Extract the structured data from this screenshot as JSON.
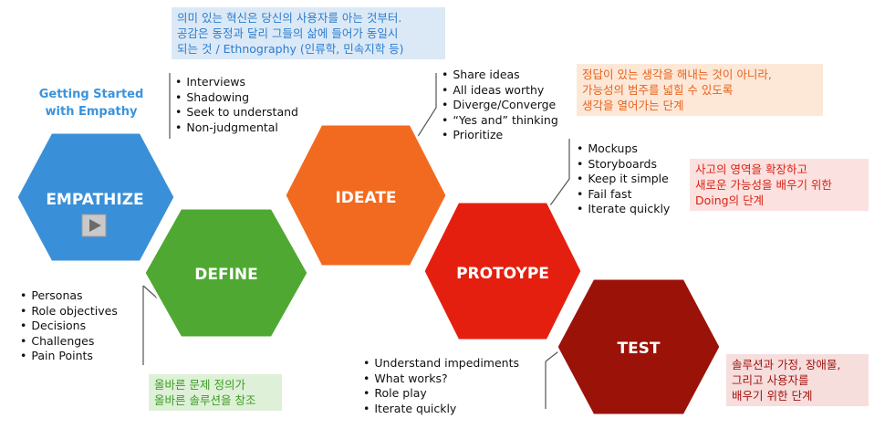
{
  "notes": {
    "top_blue": [
      "의미 있는 혁신은 당신의 사용자를 아는 것부터.",
      "공감은 동정과 달리 그들의 삶에 들어가 동일시",
      "되는 것 / Ethnography (인류학, 민속지학 등)"
    ],
    "ideate_orange": [
      "정답이 있는 생각을 해내는 것이 아니라,",
      "가능성의 범주를 넓힐 수 있도록",
      "생각을 열어가는 단계"
    ],
    "prototype_red": [
      "사고의 영역을 확장하고",
      "새로운 가능성을 배우기 위한",
      "Doing의 단계"
    ],
    "define_green": [
      "올바른 문제 정의가",
      "올바른 솔루션을 창조"
    ],
    "test_maroon": [
      "솔루션과 가정, 장애물,",
      "그리고 사용자를",
      "배우기 위한 단계"
    ]
  },
  "tagline": [
    "Getting Started",
    "with Empathy"
  ],
  "stages": {
    "empathize": {
      "label": "EMPATHIZE",
      "color": "#3a8fd9"
    },
    "define": {
      "label": "DEFINE",
      "color": "#4fa832"
    },
    "ideate": {
      "label": "IDEATE",
      "color": "#f26a1f"
    },
    "prototype": {
      "label": "PROTOYPE",
      "color": "#e51f0f"
    },
    "test": {
      "label": "TEST",
      "color": "#9b1209"
    }
  },
  "bullets": {
    "empathize": [
      "Interviews",
      "Shadowing",
      "Seek to understand",
      "Non-judgmental"
    ],
    "define": [
      "Personas",
      "Role objectives",
      "Decisions",
      "Challenges",
      "Pain Points"
    ],
    "ideate": [
      "Share ideas",
      "All ideas worthy",
      "Diverge/Converge",
      "“Yes and” thinking",
      "Prioritize"
    ],
    "prototype": [
      "Mockups",
      "Storyboards",
      "Keep it simple",
      "Fail fast",
      "Iterate quickly"
    ],
    "test": [
      "Understand impediments",
      "What works?",
      "Role play",
      "Iterate quickly"
    ]
  }
}
